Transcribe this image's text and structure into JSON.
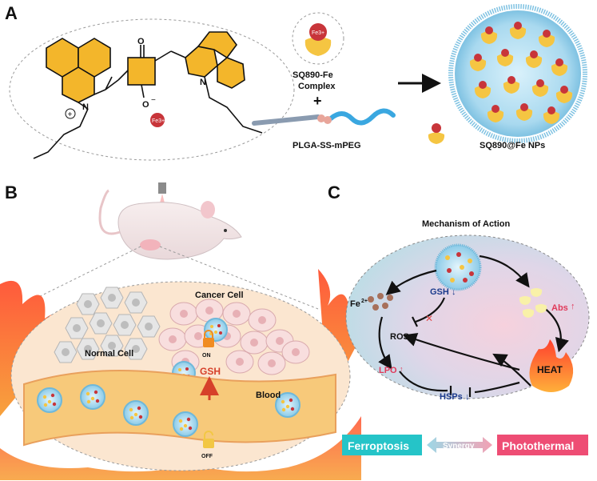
{
  "panels": {
    "a": {
      "letter": "A",
      "complex_line1": "SQ890-Fe",
      "complex_line2": "Complex",
      "plus": "+",
      "polymer": "PLGA-SS-mPEG",
      "nps": "SQ890@Fe NPs",
      "fe_label": "Fe3+",
      "n_plus": "N",
      "n_neutral": "N",
      "o_top": "O",
      "o_bottom": "O",
      "plus_charge": "+",
      "minus_charge": "−"
    },
    "b": {
      "letter": "B",
      "cancer_cell": "Cancer Cell",
      "normal_cell": "Normal Cell",
      "blood": "Blood",
      "gsh": "GSH",
      "on": "ON",
      "off": "OFF"
    },
    "c": {
      "letter": "C",
      "title": "Mechanism of Action",
      "gsh": "GSH",
      "gsh_arrow": "↓",
      "fe": "Fe",
      "fe_sup": "2+",
      "ros": "ROS",
      "lpo": "LPO",
      "lpo_arrow": "↑",
      "hsps": "HSPs",
      "hsps_arrow": "↓",
      "abs": "Abs",
      "abs_arrow": "↑",
      "heat": "HEAT"
    }
  },
  "bottom": {
    "ferroptosis": "Ferroptosis",
    "synergy": "Synergy",
    "photothermal": "Photothermal"
  },
  "colors": {
    "teal": "#25c4c8",
    "pink": "#ee4d74",
    "fe_red": "#c8353a",
    "cage_yellow": "#f5c542",
    "np_blue": "#a8d8ef",
    "gsh_blue": "#1b3a8c"
  }
}
